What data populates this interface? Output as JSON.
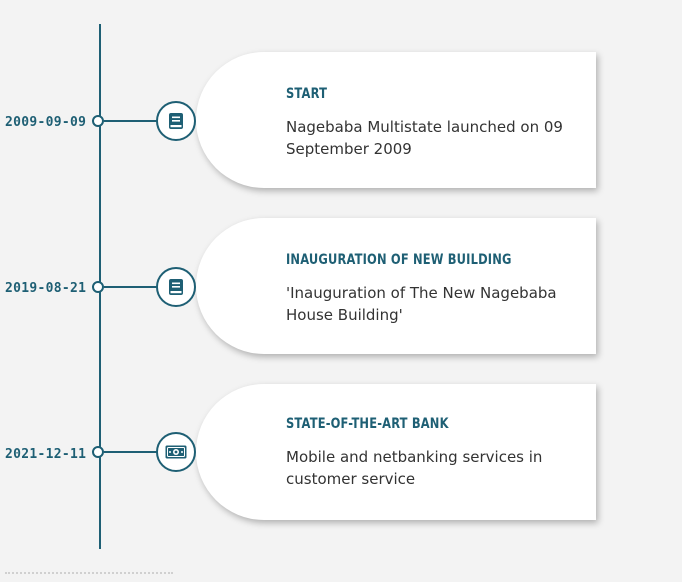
{
  "timeline": {
    "accent_color": "#1e5f74",
    "entries": [
      {
        "date": "2009-09-09",
        "icon": "book-icon",
        "title": "START",
        "text": "Nagebaba Multistate launched on 09 September 2009"
      },
      {
        "date": "2019-08-21",
        "icon": "book-icon",
        "title": "INAUGURATION OF NEW BUILDING",
        "text": "'Inauguration of The New Nagebaba House Building'"
      },
      {
        "date": "2021-12-11",
        "icon": "banknote-icon",
        "title": "STATE-OF-THE-ART BANK",
        "text": "Mobile and netbanking services in customer service"
      }
    ]
  }
}
